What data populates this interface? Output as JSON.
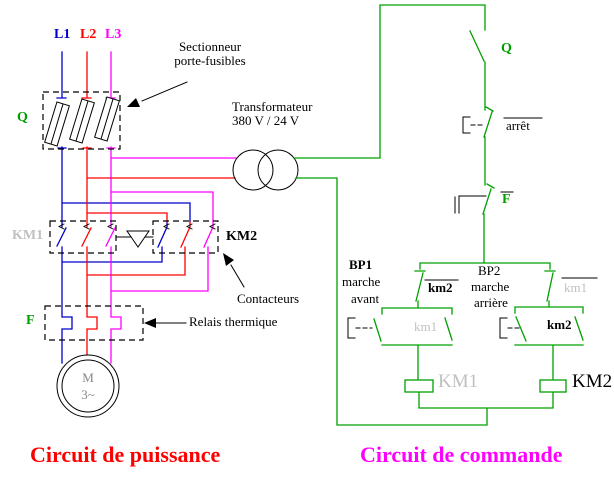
{
  "diagram": {
    "power": {
      "title": "Circuit de puissance",
      "phases": [
        "L1",
        "L2",
        "L3"
      ],
      "labels": {
        "q": "Q",
        "km1": "KM1",
        "km2": "KM2",
        "f": "F",
        "sectionneur_line1": "Sectionneur",
        "sectionneur_line2": "porte-fusibles",
        "transfo_line1": "Transformateur",
        "transfo_line2": "380 V / 24 V",
        "contacteurs": "Contacteurs",
        "relais": "Relais thermique",
        "motor_letter": "M",
        "motor_type": "3~"
      }
    },
    "command": {
      "title": "Circuit de commande",
      "labels": {
        "q": "Q",
        "arret": "arrêt",
        "f": "F",
        "bp1": "BP1",
        "bp1_line2": "marche",
        "bp1_line3": "avant",
        "bp2": "BP2",
        "bp2_line2": "marche",
        "bp2_line3": "arrière",
        "km2_nc": "km2",
        "km1_nc": "km1",
        "km1_no": "km1",
        "km2_no": "km2",
        "km1_coil": "KM1",
        "km2_coil": "KM2"
      }
    },
    "colors": {
      "phase1": "#0000cc",
      "phase2": "#ff0000",
      "phase3": "#ff00ff",
      "control_green": "#00a000",
      "inactive_gray": "#c0c0c0",
      "motor_gray": "#888888",
      "black": "#000000",
      "title_red": "#ff0000",
      "title_magenta": "#ff00ff"
    }
  }
}
